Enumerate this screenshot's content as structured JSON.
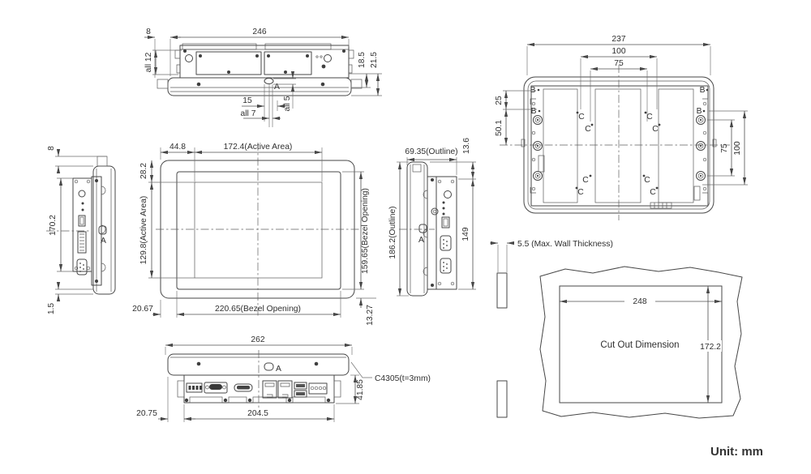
{
  "unit_label": "Unit: mm",
  "top_view": {
    "dim_left": "8",
    "dim_width": "246",
    "dim_screws_side": "all 12",
    "dim_depth_inner": "18.5",
    "dim_depth_outer": "21.5",
    "dim_conn_offset": "15",
    "dim_screws_bottom": "all 7",
    "dim_screws_height": "all 5",
    "section_label": "A"
  },
  "left_view": {
    "dim_top": "8",
    "dim_height": "170.2",
    "dim_bottom": "1.5",
    "section_label": "A"
  },
  "front_view": {
    "dim_active_left": "44.8",
    "dim_active_width": "172.4(Active Area)",
    "dim_active_top": "28.2",
    "dim_active_height": "129.8(Active Area)",
    "dim_bezel_left": "20.67",
    "dim_bezel_width": "220.65(Bezel Opening)",
    "dim_bezel_height": "159.65(Bezel Opening)",
    "dim_bezel_bottom": "13.27"
  },
  "right_view": {
    "dim_outline_width": "69.35(Outline)",
    "dim_top": "13.6",
    "dim_outline_height": "186.2(Outline)",
    "dim_body_height": "149",
    "section_label": "A"
  },
  "rear_view": {
    "dim_width": "237",
    "dim_mount_100_top": "100",
    "dim_mount_75_top": "75",
    "dim_top_offset": "25",
    "dim_center_offset": "50.1",
    "dim_mount_75_right": "75",
    "dim_mount_100_right": "100",
    "label_b": "B",
    "label_c": "C"
  },
  "bottom_view": {
    "dim_width": "262",
    "dim_height": "41.85",
    "callout": "C4305(t=3mm)",
    "dim_left_offset": "20.75",
    "dim_conn_width": "204.5",
    "section_label": "A"
  },
  "cutout_view": {
    "wall_label": "5.5 (Max. Wall Thickness)",
    "dim_width": "248",
    "title": "Cut Out Dimension",
    "dim_height": "172.2"
  }
}
